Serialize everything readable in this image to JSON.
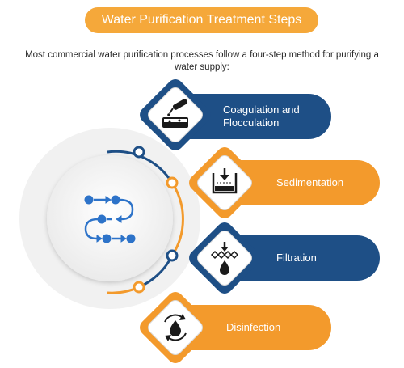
{
  "title": "Water Purification Treatment Steps",
  "intro": "Most commercial water purification processes follow a four-step method for purifying a water supply:",
  "steps": [
    {
      "label_line1": "Coagulation and",
      "label_line2": "Flocculation",
      "color": "#1e4f86",
      "icon": "chemical-dropper-icon"
    },
    {
      "label": "Sedimentation",
      "color": "#f39a2c",
      "icon": "sedimentation-tank-icon"
    },
    {
      "label": "Filtration",
      "color": "#1e4f86",
      "icon": "filter-drop-icon"
    },
    {
      "label": "Disinfection",
      "color": "#f39a2c",
      "icon": "recycle-drop-icon"
    }
  ],
  "center_icon": "process-flow-icon",
  "colors": {
    "accent": "#f5a83a",
    "blue": "#1e4f86",
    "orange": "#f39a2c"
  }
}
